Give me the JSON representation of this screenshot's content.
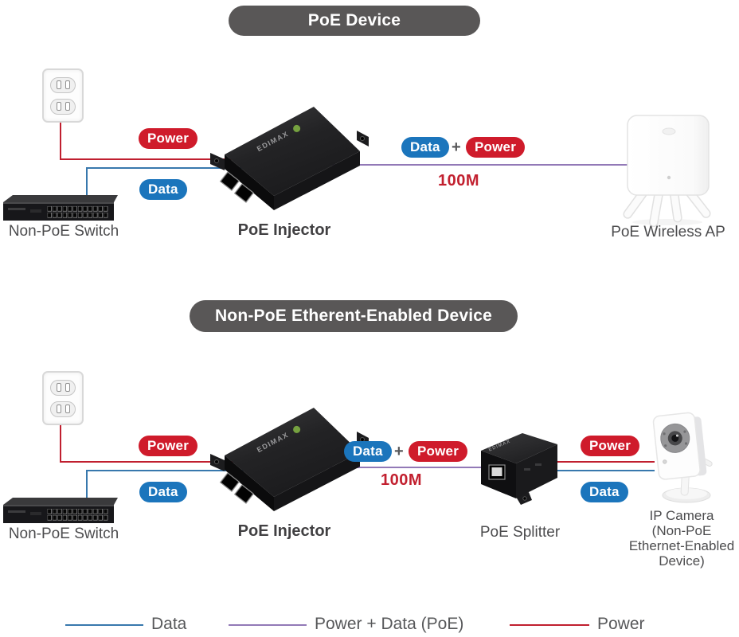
{
  "colors": {
    "header_bg": "#595757",
    "power_red": "#cf1b2b",
    "data_blue": "#1b75bc",
    "line_power": "#c01f2f",
    "line_data": "#3878ad",
    "line_poe": "#9279b7",
    "distance_red": "#c2202f",
    "text_gray": "#4c4c4e"
  },
  "brand": "EDIMAX",
  "sections": [
    {
      "title": "PoE Device",
      "power_label": "Power",
      "data_label": "Data",
      "combined": {
        "data": "Data",
        "plus": "+",
        "power": "Power",
        "distance": "100M"
      },
      "source_label": "Non-PoE Switch",
      "injector_label": "PoE Injector",
      "endpoint_label": "PoE Wireless AP"
    },
    {
      "title": "Non-PoE Etherent-Enabled Device",
      "power_label": "Power",
      "data_label": "Data",
      "combined": {
        "data": "Data",
        "plus": "+",
        "power": "Power",
        "distance": "100M"
      },
      "source_label": "Non-PoE Switch",
      "injector_label": "PoE Injector",
      "splitter_label": "PoE Splitter",
      "split_power_label": "Power",
      "split_data_label": "Data",
      "endpoint_lines": [
        "IP Camera",
        "(Non-PoE",
        "Ethernet-Enabled",
        "Device)"
      ]
    }
  ],
  "legend": {
    "data_label": "Data",
    "poe_label": "Power + Data (PoE)",
    "power_label": "Power"
  }
}
